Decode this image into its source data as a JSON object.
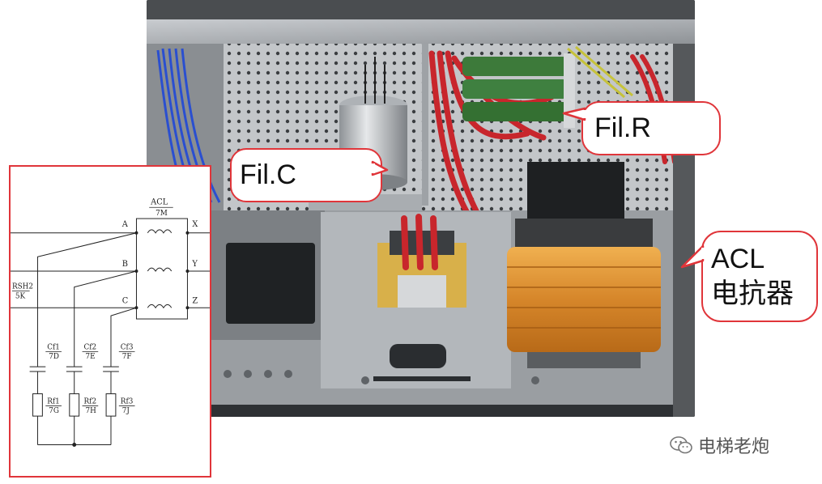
{
  "callouts": {
    "fil_c": "Fil.C",
    "fil_r": "Fil.R",
    "acl_line1": "ACL",
    "acl_line2": "电抗器"
  },
  "schematic": {
    "reactor_label": "ACL",
    "reactor_ref": "7M",
    "terminals_in": [
      "A",
      "B",
      "C"
    ],
    "terminals_out": [
      "X",
      "Y",
      "Z"
    ],
    "left_label": "RSH2",
    "left_ref": "5K",
    "capacitors": [
      {
        "name": "Cf1",
        "ref": "7D"
      },
      {
        "name": "Cf2",
        "ref": "7E"
      },
      {
        "name": "Cf3",
        "ref": "7F"
      }
    ],
    "resistors": [
      {
        "name": "Rf1",
        "ref": "7G"
      },
      {
        "name": "Rf2",
        "ref": "7H"
      },
      {
        "name": "Rf3",
        "ref": "7J"
      }
    ]
  },
  "watermark": {
    "text": "电梯老炮",
    "icon": "wechat-icon"
  },
  "colors": {
    "callout_border": "#e0353a",
    "panel_metal": "#b9bcbf",
    "wire_red": "#c8262c",
    "coil_orange": "#d98a2a"
  }
}
